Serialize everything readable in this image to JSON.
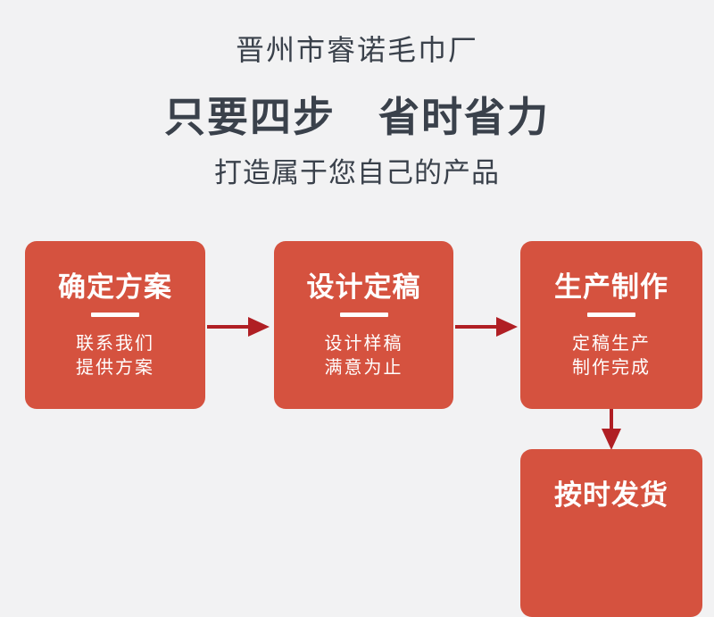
{
  "header": {
    "factory_name": "晋州市睿诺毛巾厂",
    "headline": "只要四步　省时省力",
    "subheadline": "打造属于您自己的产品"
  },
  "steps": [
    {
      "title": "确定方案",
      "lines": [
        "联系我们",
        "提供方案"
      ]
    },
    {
      "title": "设计定稿",
      "lines": [
        "设计样稿",
        "满意为止"
      ]
    },
    {
      "title": "生产制作",
      "lines": [
        "定稿生产",
        "制作完成"
      ]
    },
    {
      "title": "按时发货",
      "lines": []
    }
  ],
  "icons": {
    "arrow_right": "→",
    "arrow_down": "↓"
  },
  "colors": {
    "background": "#f2f2f3",
    "box": "#d5523f",
    "arrow": "#b01f24",
    "heading": "#3a414b",
    "box_text": "#ffffff"
  }
}
